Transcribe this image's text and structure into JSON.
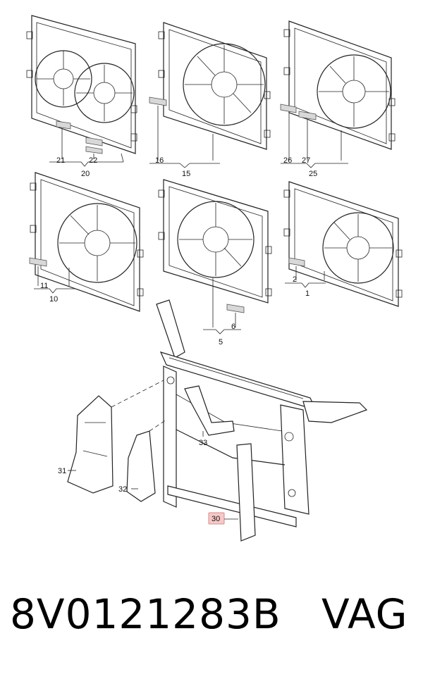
{
  "callouts": {
    "n21": "21",
    "n22": "22",
    "n20": "20",
    "n16": "16",
    "n15": "15",
    "n26": "26",
    "n27": "27",
    "n25": "25",
    "n11": "11",
    "n10": "10",
    "n6": "6",
    "n5": "5",
    "n2": "2",
    "n1": "1",
    "n33": "33",
    "n31": "31",
    "n32": "32",
    "n30": "30"
  },
  "footer": {
    "part_number": "8V0121283B",
    "brand": "VAG"
  }
}
